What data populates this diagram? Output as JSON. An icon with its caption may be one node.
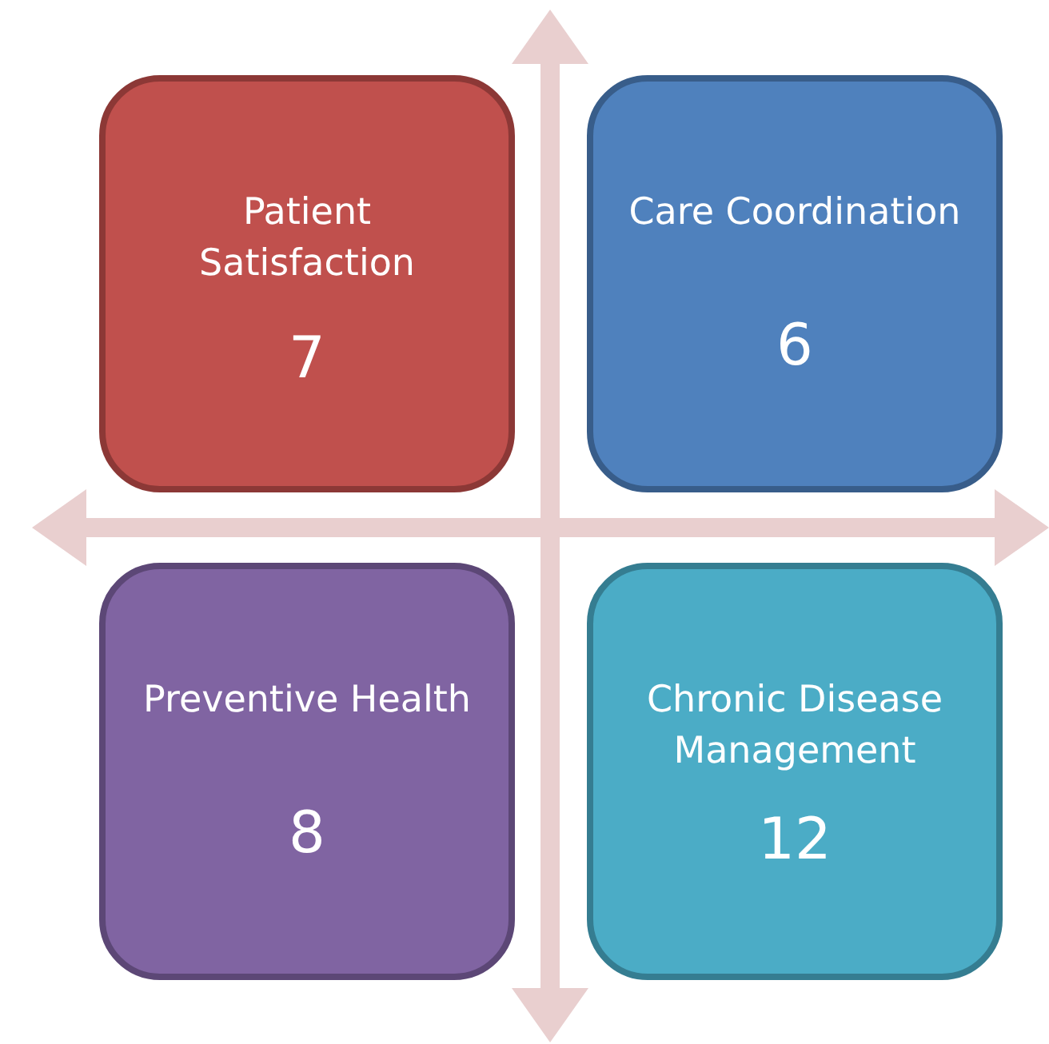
{
  "diagram": {
    "nodes": [
      {
        "text": [
          "Patient Satisfaction",
          "7"
        ]
      },
      {
        "text": [
          "Care Coordination",
          "6"
        ]
      },
      {
        "text": [
          "Preventive Health",
          "8"
        ]
      },
      {
        "text": [
          "Chronic Disease Management",
          "12"
        ]
      }
    ]
  }
}
